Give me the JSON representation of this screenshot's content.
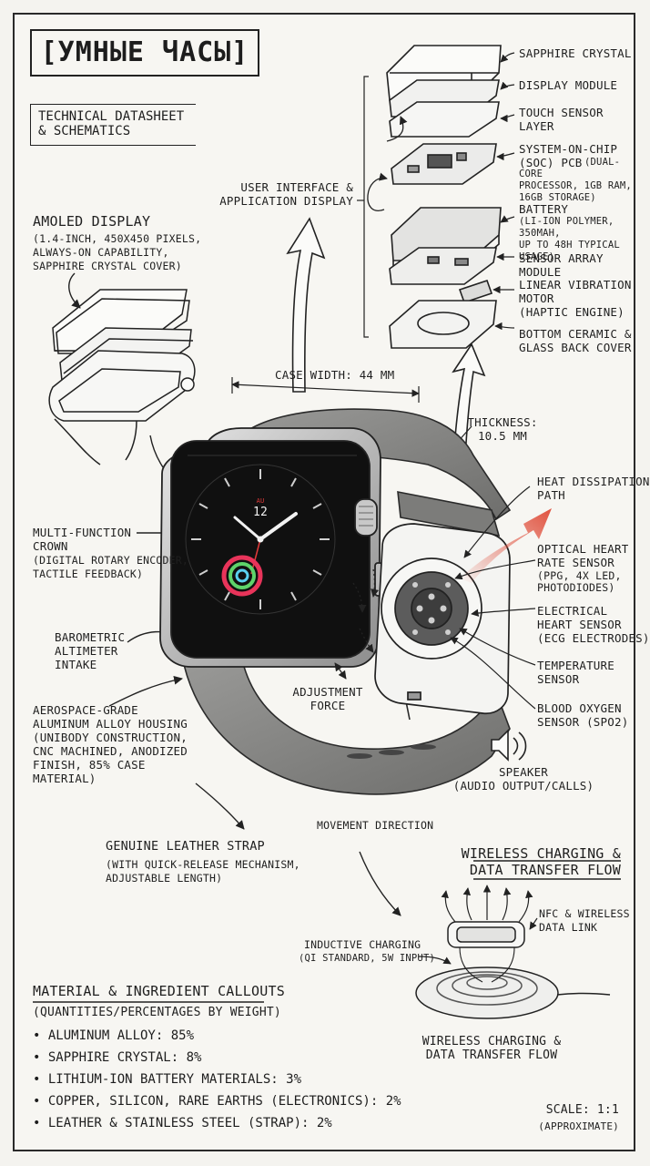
{
  "title": "[УМНЫЕ ЧАСЫ]",
  "subtitle": "TECHNICAL DATASHEET\n& SCHEMATICS",
  "exploded_layers": [
    {
      "label": "SAPPHIRE CRYSTAL"
    },
    {
      "label": "DISPLAY MODULE"
    },
    {
      "label": "TOUCH SENSOR\nLAYER"
    },
    {
      "label": "SYSTEM-ON-CHIP\n(SoC) PCB",
      "detail": "(DUAL-CORE\nPROCESSOR, 1GB RAM,\n16GB STORAGE)"
    },
    {
      "label": "BATTERY",
      "detail": "(Li-Ion POLYMER, 350mAh,\nUP TO 48h TYPICAL USAGE)"
    },
    {
      "label": "SENSOR ARRAY MODULE"
    },
    {
      "label": "LINEAR VIBRATION\nMOTOR\n(HAPTIC ENGINE)"
    },
    {
      "label": "BOTTOM CERAMIC &\nGLASS BACK COVER"
    }
  ],
  "ui_display_label": "USER INTERFACE &\nAPPLICATION DISPLAY",
  "amoled": {
    "label": "AMOLED DISPLAY",
    "detail": "(1.4-INCH, 450x450 PIXELS,\nALWAYS-ON CAPABILITY,\nSAPPHIRE CRYSTAL COVER)"
  },
  "dimensions": {
    "case_width": "CASE WIDTH: 44 mm",
    "thickness": "THICKNESS:\n10.5 mm"
  },
  "watch_face": {
    "day": "AU",
    "date": "12"
  },
  "left_callouts": {
    "crown": "MULTI-FUNCTION\nCROWN",
    "crown_detail": "(DIGITAL ROTARY ENCODER,\nTACTILE FEEDBACK)",
    "barometric": "BAROMETRIC\nALTIMETER\nINTAKE",
    "housing": "AEROSPACE-GRADE\nALUMINUM ALLOY HOUSING\n(UNIBODY CONSTRUCTION,\nCNC MACHINED, ANODIZED\nFINISH, 85% CASE\nMATERIAL)",
    "adjustment": "ADJUSTMENT\nFORCE"
  },
  "right_callouts": {
    "heat": "HEAT DISSIPATION\nPATH",
    "optical": "OPTICAL HEART\nRATE SENSOR",
    "optical_detail": "(PPG, 4x LED,\nPHOTODIODES)",
    "electrical": "ELECTRICAL\nHEART SENSOR\n(ECG ELECTRODES)",
    "temperature": "TEMPERATURE\nSENSOR",
    "blood_oxygen": "BLOOD OXYGEN\nSENSOR (SpO2)",
    "speaker": "SPEAKER\n(AUDIO OUTPUT/CALLS)"
  },
  "strap": {
    "label": "GENUINE LEATHER STRAP",
    "detail": "(WITH QUICK-RELEASE MECHANISM,\nADJUSTABLE LENGTH)"
  },
  "movement_direction": "MOVEMENT DIRECTION",
  "wireless": {
    "heading": "WIRELESS CHARGING &\nDATA TRANSFER FLOW",
    "nfc": "NFC & WIRELESS\nDATA LINK",
    "inductive": "INDUCTIVE CHARGING",
    "inductive_detail": "(QI STANDARD, 5W INPUT)",
    "caption": "WIRELESS CHARGING &\nDATA TRANSFER FLOW"
  },
  "materials": {
    "heading": "MATERIAL & INGREDIENT CALLOUTS",
    "subheading": "(QUANTITIES/PERCENTAGES BY WEIGHT)",
    "items": [
      "• ALUMINUM ALLOY: 85%",
      "• SAPPHIRE CRYSTAL: 8%",
      "• LITHIUM-ION BATTERY MATERIALS: 3%",
      "• COPPER, SILICON, RARE EARTHS (ELECTRONICS): 2%",
      "• LEATHER & STAINLESS STEEL (STRAP): 2%"
    ]
  },
  "scale": {
    "label": "SCALE: 1:1",
    "detail": "(APPROXIMATE)"
  },
  "colors": {
    "ink": "#1f1f1f",
    "paper": "#f7f6f2",
    "heat_arrow": "#e0523f",
    "screen": "#111111",
    "strap": "#8c8c8c",
    "ring_red": "#e8345a",
    "ring_green": "#5ed36a"
  }
}
